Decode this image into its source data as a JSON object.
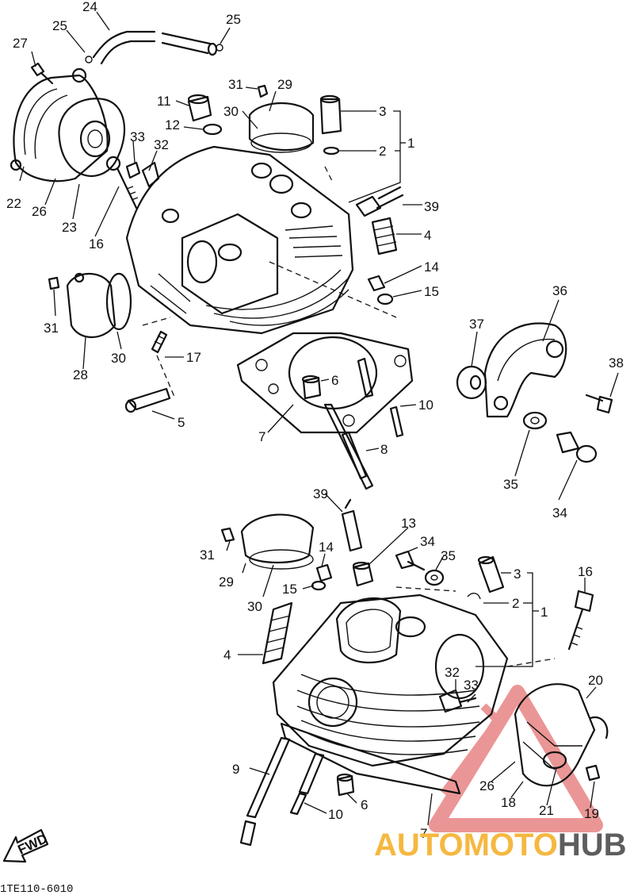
{
  "diagram": {
    "code": "1TE110-6010",
    "fwd": "FWD",
    "callouts": {
      "c24": "24",
      "c25a": "25",
      "c25b": "25",
      "c27": "27",
      "c31a": "31",
      "c29a": "29",
      "c11": "11",
      "c12": "12",
      "c30a": "30",
      "c3a": "3",
      "c2a": "2",
      "c1a": "1",
      "c33a": "33",
      "c32a": "32",
      "c22": "22",
      "c26a": "26",
      "c23": "23",
      "c16a": "16",
      "c39a": "39",
      "c4a": "4",
      "c14a": "14",
      "c15a": "15",
      "c36": "36",
      "c31b": "31",
      "c30b": "30",
      "c28": "28",
      "c17": "17",
      "c37": "37",
      "c38": "38",
      "c6a": "6",
      "c10a": "10",
      "c5": "5",
      "c7a": "7",
      "c8": "8",
      "c35a": "35",
      "c34a": "34",
      "c39b": "39",
      "c13": "13",
      "c34b": "34",
      "c35b": "35",
      "c3b": "3",
      "c2b": "2",
      "c1b": "1",
      "c16b": "16",
      "c14b": "14",
      "c31c": "31",
      "c29b": "29",
      "c15b": "15",
      "c30c": "30",
      "c4b": "4",
      "c32b": "32",
      "c33b": "33",
      "c20": "20",
      "c9": "9",
      "c26b": "26",
      "c18": "18",
      "c21": "21",
      "c19": "19",
      "c6b": "6",
      "c10b": "10",
      "c7b": "7"
    }
  },
  "watermark": {
    "part1": "AUTO",
    "part2": "MOTO",
    "part3": "HUB",
    "color_auto": "#f5b840",
    "color_hub": "#5d5d5d",
    "triangle_color": "#e57373"
  }
}
